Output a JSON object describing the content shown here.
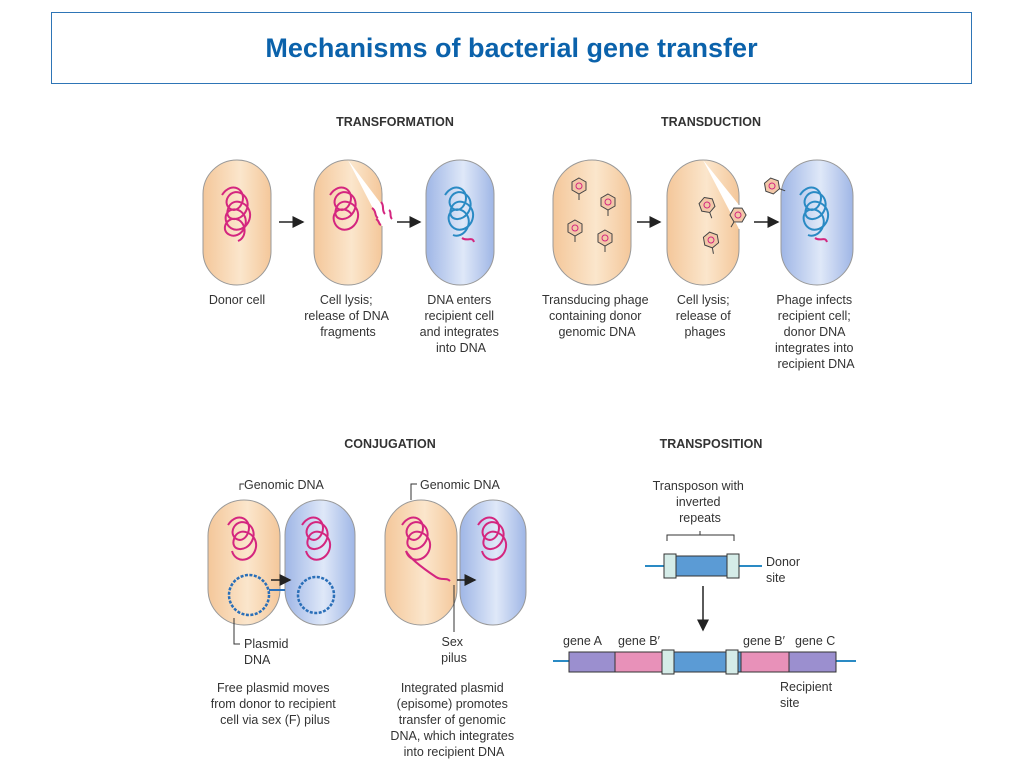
{
  "title": "Mechanisms of bacterial gene transfer",
  "sections": {
    "transformation": {
      "heading": "TRANSFORMATION",
      "captions": [
        [
          "Donor cell"
        ],
        [
          "Cell lysis;",
          "release of DNA",
          "fragments"
        ],
        [
          "DNA enters",
          "recipient cell",
          "and integrates",
          "into DNA"
        ]
      ]
    },
    "transduction": {
      "heading": "TRANSDUCTION",
      "captions": [
        [
          "Transducing phage",
          "containing donor",
          "genomic DNA"
        ],
        [
          "Cell lysis;",
          "release of",
          "phages"
        ],
        [
          "Phage infects",
          "recipient cell;",
          "donor DNA",
          "integrates into",
          "recipient DNA"
        ]
      ]
    },
    "conjugation": {
      "heading": "CONJUGATION",
      "genomic_label_1": "Genomic DNA",
      "genomic_label_2": "Genomic DNA",
      "plasmid_label": [
        "Plasmid",
        "DNA"
      ],
      "sex_pilus_label": [
        "Sex",
        "pilus"
      ],
      "captions": [
        [
          "Free plasmid moves",
          "from donor to recipient",
          "cell via sex (F) pilus"
        ],
        [
          "Integrated plasmid",
          "(episome) promotes",
          "transfer of genomic",
          "DNA, which integrates",
          "into recipient DNA"
        ]
      ]
    },
    "transposition": {
      "heading": "TRANSPOSITION",
      "transposon_label": [
        "Transposon with",
        "inverted",
        "repeats"
      ],
      "donor_label": [
        "Donor",
        "site"
      ],
      "genes": [
        "gene A",
        "gene B′",
        "gene B′",
        "gene C"
      ],
      "recipient_label": [
        "Recipient",
        "site"
      ]
    }
  },
  "colors": {
    "title": "#0b62ab",
    "title_border": "#2e75b6",
    "donor_cell": "#f9d9b5",
    "recipient_cell": "#b7c9ec",
    "donor_dna": "#d4267f",
    "recipient_dna": "#2a8ac4",
    "gene_purple": "#9b8fcf",
    "gene_pink": "#e891b9",
    "transposon_blue": "#5b9bd5",
    "inverted_repeat": "#d5ece8"
  }
}
